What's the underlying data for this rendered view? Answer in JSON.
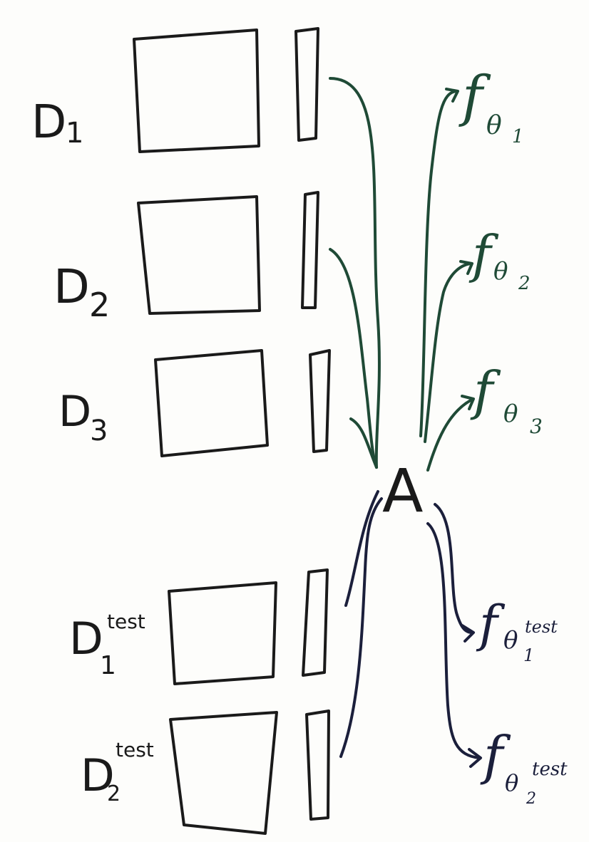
{
  "datasets": [
    {
      "main": "D",
      "sub": "1",
      "sup": ""
    },
    {
      "main": "D",
      "sub": "2",
      "sup": ""
    },
    {
      "main": "D",
      "sub": "3",
      "sup": ""
    },
    {
      "main": "D",
      "sub": "1",
      "sup": "test"
    },
    {
      "main": "D",
      "sub": "2",
      "sup": "test"
    }
  ],
  "algorithm": {
    "label": "A"
  },
  "outputs": [
    {
      "main": "f",
      "param": "θ",
      "sub": "1",
      "sup": ""
    },
    {
      "main": "f",
      "param": "θ",
      "sub": "2",
      "sup": ""
    },
    {
      "main": "f",
      "param": "θ",
      "sub": "3",
      "sup": ""
    },
    {
      "main": "f",
      "param": "θ",
      "sub": "1",
      "sup": "test"
    },
    {
      "main": "f",
      "param": "θ",
      "sub": "2",
      "sup": "test"
    }
  ],
  "colors": {
    "training_arrows": "#1f4a36",
    "test_arrows": "#1b1f3b",
    "boxes": "#1a1a1a"
  }
}
